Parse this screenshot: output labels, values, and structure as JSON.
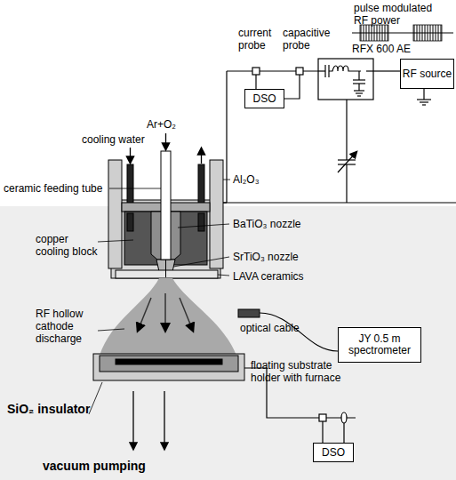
{
  "diagram": {
    "nodes": [
      {
        "text": [
          "DSO"
        ]
      },
      {
        "text": [
          "RF source"
        ]
      },
      {
        "text": [
          "JY 0.5 m spectrometer"
        ]
      },
      {
        "text": [
          "DSO"
        ]
      }
    ],
    "labels": [
      "pulse modulated RF power",
      "RFX 600 AE",
      "current probe",
      "capacitive probe",
      "Ar+O₂",
      "cooling water",
      "Al₂O₃",
      "ceramic feeding tube",
      "BaTiO₃ nozzle",
      "SrTiO₃ nozzle",
      "copper cooling block",
      "LAVA ceramics",
      "RF hollow cathode discharge",
      "optical cable",
      "floating substrate holder with furnace",
      "SiO₂ insulator",
      "vacuum pumping"
    ]
  }
}
